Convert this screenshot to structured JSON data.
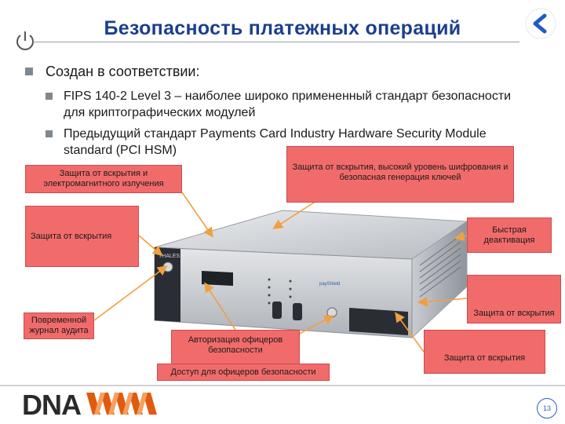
{
  "slide": {
    "title": "Безопасность платежных операций",
    "bullets": [
      {
        "text": "Создан в соответствии:",
        "children": [
          "FIPS 140-2 Level 3 – наиболее широко примененный стандарт безопасности для криптографических модулей",
          "Предыдущий стандарт Payments Card Industry Hardware Security Module standard (PCI HSM)"
        ]
      }
    ],
    "callouts": {
      "tamper_encryption_keygen": "Защита от вскрытия, высокий уровень шифрования и безопасная генерация ключей",
      "tamper_emi": "Защита от вскрытия и электромагнитного излучения",
      "tamper_left": "Защита от вскрытия",
      "fast_deactivation": "Быстрая деактивация",
      "tamper_right": "Защита от вскрытия",
      "audit_log": "Повременной журнал аудита",
      "officer_auth": "Авторизация офицеров безопасности",
      "tamper_bottom": "Защита от вскрытия",
      "officer_access": "Доступ для офицеров безопасности"
    },
    "device": {
      "brand": "THALES",
      "model": "payShield"
    },
    "footer": {
      "logo_text": "DNA",
      "page_number": "13"
    },
    "colors": {
      "title": "#1c3f8c",
      "callout_fill": "#f26b6b",
      "arrow": "#f0a040",
      "bullet": "#7f8790"
    }
  }
}
